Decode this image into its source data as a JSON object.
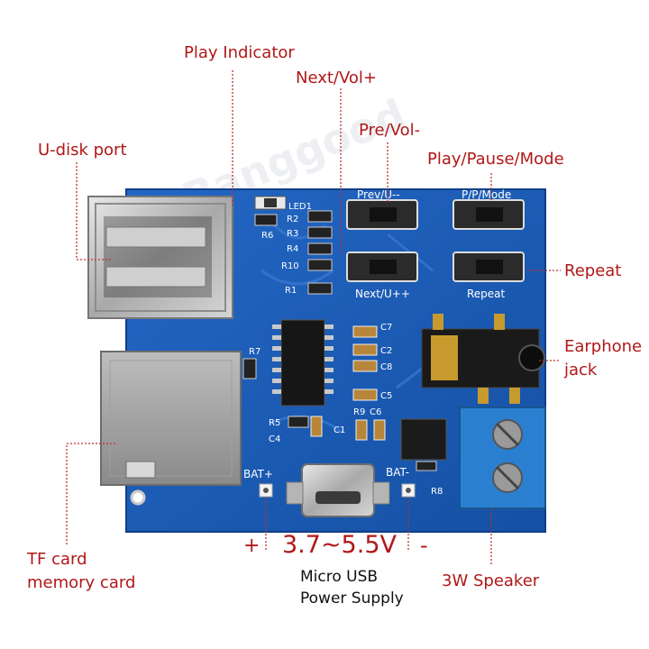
{
  "callouts": {
    "play_indicator": "Play Indicator",
    "next_vol": "Next/Vol+",
    "pre_vol": "Pre/Vol-",
    "play_pause_mode": "Play/Pause/Mode",
    "u_disk_port": "U-disk port",
    "repeat": "Repeat",
    "earphone_jack_line1": "Earphone",
    "earphone_jack_line2": "jack",
    "tf_card_line1": "TF card",
    "tf_card_line2": "memory card",
    "speaker": "3W Speaker",
    "power_plus": "+",
    "power_voltage": "3.7~5.5V",
    "power_minus": "-",
    "usb_supply_line1": "Micro USB",
    "usb_supply_line2": "Power Supply"
  },
  "board_silkscreen": {
    "led1": "LED1",
    "r2": "R2",
    "r6": "R6",
    "r3": "R3",
    "r4": "R4",
    "r10": "R10",
    "r1": "R1",
    "prev": "Prev/U--",
    "ppmode": "P/P/Mode",
    "next": "Next/U++",
    "repeat": "Repeat",
    "r7": "R7",
    "c7": "C7",
    "c2": "C2",
    "c8": "C8",
    "c5": "C5",
    "r9": "R9",
    "c6": "C6",
    "r5": "R5",
    "c4": "C4",
    "c1": "C1",
    "bat_plus": "BAT+",
    "bat_minus": "BAT-",
    "r8": "R8"
  },
  "watermark": "Banggood",
  "colors": {
    "pcb": "#1d5db5",
    "pcb_dark": "#0f3f88",
    "callout_text": "#b01818",
    "callout_line": "#c03030",
    "terminal": "#2b7fd0"
  }
}
